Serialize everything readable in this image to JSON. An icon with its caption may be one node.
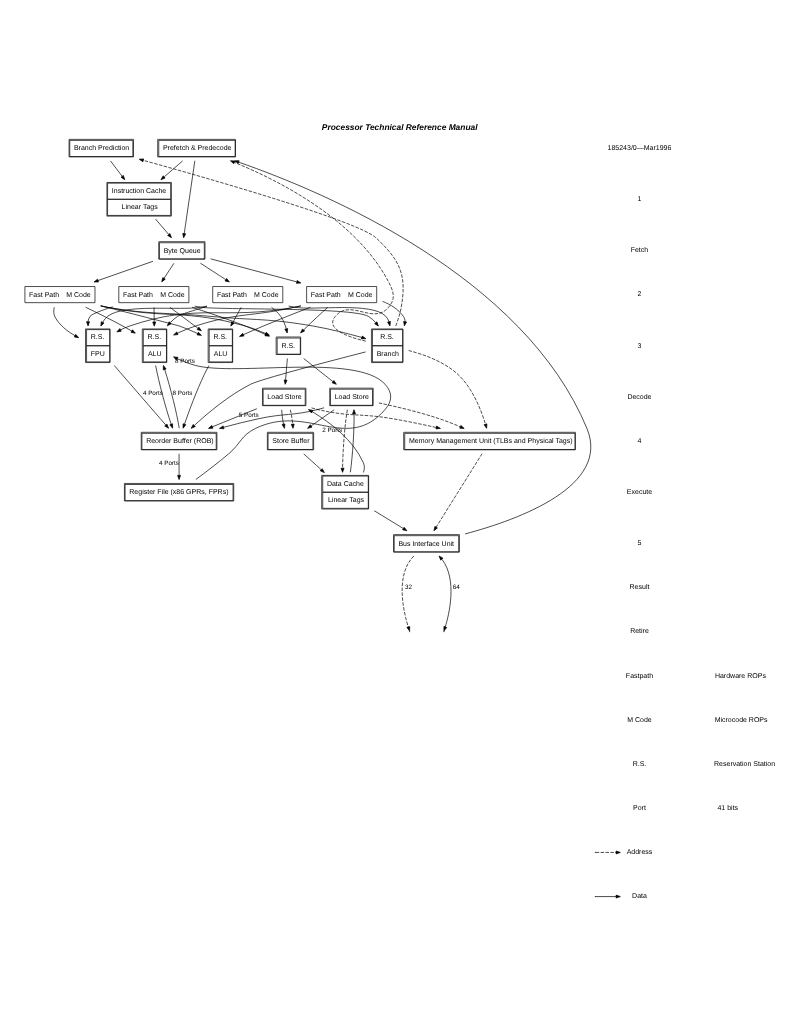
{
  "diagram": {
    "title": "Processor Technical Reference Manual",
    "nodes": [
      {
        "text": [
          "Prefetch & Predecode"
        ]
      },
      {
        "text": [
          "Branch Prediction"
        ]
      },
      {
        "text": [
          "Instruction Cache",
          "Linear Tags"
        ]
      },
      {
        "text": [
          "Byte Queue"
        ]
      },
      {
        "text": [
          "Fast Path",
          "M Code"
        ]
      },
      {
        "text": [
          "Fast Path",
          "M Code"
        ]
      },
      {
        "text": [
          "Fast Path",
          "M Code"
        ]
      },
      {
        "text": [
          "Fast Path",
          "M Code"
        ]
      },
      {
        "text": [
          "R.S.",
          "ALU"
        ]
      },
      {
        "text": [
          "R.S.",
          "ALU"
        ]
      },
      {
        "text": [
          "R.S.",
          "FPU"
        ]
      },
      {
        "text": [
          "R.S.",
          "Branch"
        ]
      },
      {
        "text": [
          "R.S."
        ]
      },
      {
        "text": [
          "Load Store"
        ]
      },
      {
        "text": [
          "Load Store"
        ]
      },
      {
        "text": [
          "Reorder Buffer (ROB)"
        ]
      },
      {
        "text": [
          "Register File (x86 GPRs, FPRs)"
        ]
      },
      {
        "text": [
          "Store Buffer"
        ]
      },
      {
        "text": [
          "Data Cache",
          "Linear Tags"
        ]
      },
      {
        "text": [
          "Memory Management Unit (TLBs and Physical Tags)"
        ]
      },
      {
        "text": [
          "Bus Interface Unit"
        ]
      }
    ],
    "edges": [
      {
        "from": 0,
        "to": 2,
        "arrow": "to"
      },
      {
        "from": 1,
        "to": 2,
        "arrow": "to"
      },
      {
        "from": 0,
        "to": 3,
        "arrow": "to"
      },
      {
        "from": 2,
        "to": 3,
        "arrow": "to"
      },
      {
        "from": 3,
        "to": 4,
        "arrow": "to"
      },
      {
        "from": 3,
        "to": 5,
        "arrow": "to"
      },
      {
        "from": 3,
        "to": 6,
        "arrow": "to"
      },
      {
        "from": 3,
        "to": 7,
        "arrow": "to"
      },
      {
        "from": 4,
        "to": 8,
        "arrow": "to"
      },
      {
        "from": 4,
        "to": 9,
        "arrow": "to"
      },
      {
        "from": 4,
        "to": 10,
        "arrow": "to"
      },
      {
        "from": 4,
        "to": 11,
        "arrow": "to"
      },
      {
        "from": 4,
        "to": 12,
        "arrow": "to"
      },
      {
        "from": 5,
        "to": 8,
        "arrow": "to"
      },
      {
        "from": 5,
        "to": 9,
        "arrow": "to"
      },
      {
        "from": 5,
        "to": 10,
        "arrow": "to"
      },
      {
        "from": 5,
        "to": 11,
        "arrow": "to"
      },
      {
        "from": 5,
        "to": 12,
        "arrow": "to"
      },
      {
        "from": 6,
        "to": 8,
        "arrow": "to"
      },
      {
        "from": 6,
        "to": 9,
        "arrow": "to"
      },
      {
        "from": 6,
        "to": 10,
        "arrow": "to"
      },
      {
        "from": 6,
        "to": 11,
        "arrow": "to"
      },
      {
        "from": 6,
        "to": 12,
        "arrow": "to"
      },
      {
        "from": 7,
        "to": 8,
        "arrow": "to"
      },
      {
        "from": 7,
        "to": 9,
        "arrow": "to"
      },
      {
        "from": 7,
        "to": 10,
        "arrow": "to"
      },
      {
        "from": 7,
        "to": 11,
        "arrow": "to"
      },
      {
        "from": 7,
        "to": 12,
        "arrow": "to"
      },
      {
        "from": 12,
        "to": 13,
        "arrow": "to"
      },
      {
        "from": 12,
        "to": 14,
        "arrow": "to"
      },
      {
        "from": 8,
        "to": 15,
        "arrow": "to",
        "label": "4 Ports"
      },
      {
        "from": 9,
        "to": 15,
        "arrow": "to"
      },
      {
        "from": 10,
        "to": 15,
        "arrow": "to"
      },
      {
        "from": 11,
        "to": 15,
        "arrow": "to"
      },
      {
        "from": 13,
        "to": 15,
        "arrow": "to"
      },
      {
        "from": 14,
        "to": 15,
        "arrow": "to",
        "label": "5 Ports"
      },
      {
        "from": 15,
        "to": 8,
        "arrow": "to",
        "label": "8 Ports"
      },
      {
        "from": 16,
        "to": 8,
        "arrow": "to",
        "label": "8 Ports"
      },
      {
        "from": 15,
        "to": 16,
        "arrow": "to",
        "label": "4 Ports"
      },
      {
        "from": 11,
        "to": 0,
        "arrow": "to",
        "style": "dashed"
      },
      {
        "from": 11,
        "to": 1,
        "arrow": "to",
        "style": "dashed"
      },
      {
        "from": 11,
        "to": 19,
        "arrow": "to",
        "style": "dashed"
      },
      {
        "from": 13,
        "to": 17,
        "arrow": "to"
      },
      {
        "from": 14,
        "to": 17,
        "arrow": "to"
      },
      {
        "from": 13,
        "to": 17,
        "arrow": "to",
        "style": "dashed"
      },
      {
        "from": 14,
        "to": 18,
        "arrow": "to",
        "style": "dashed"
      },
      {
        "from": 13,
        "to": 19,
        "arrow": "to",
        "style": "dashed"
      },
      {
        "from": 14,
        "to": 19,
        "arrow": "to",
        "style": "dashed"
      },
      {
        "from": 17,
        "to": 18,
        "arrow": "to"
      },
      {
        "from": 18,
        "to": 13,
        "arrow": "to",
        "label": "2 Ports"
      },
      {
        "from": 18,
        "to": 14,
        "arrow": "to"
      },
      {
        "from": 18,
        "to": 20,
        "arrow": "to"
      },
      {
        "from": 20,
        "to": 0,
        "arrow": "to"
      },
      {
        "from": 19,
        "to": 20,
        "arrow": "to",
        "style": "dashed"
      },
      {
        "from": 20,
        "to": null,
        "arrow": "to",
        "style": "dashed",
        "label": "32"
      },
      {
        "from": 20,
        "to": null,
        "arrow": "both",
        "label": "64"
      }
    ],
    "labels": [
      "185243/0—Mar1996",
      "1",
      "Fetch",
      "2",
      "3",
      "Decode",
      "4",
      "Execute",
      "5",
      "Result",
      "Retire",
      "Fastpath",
      "Hardware ROPs",
      "M Code",
      "Microcode ROPs",
      "R.S.",
      "Reservation Station",
      "Port",
      "41 bits"
    ],
    "legend": [
      {
        "text": "Address"
      },
      {
        "text": "Data"
      }
    ]
  }
}
